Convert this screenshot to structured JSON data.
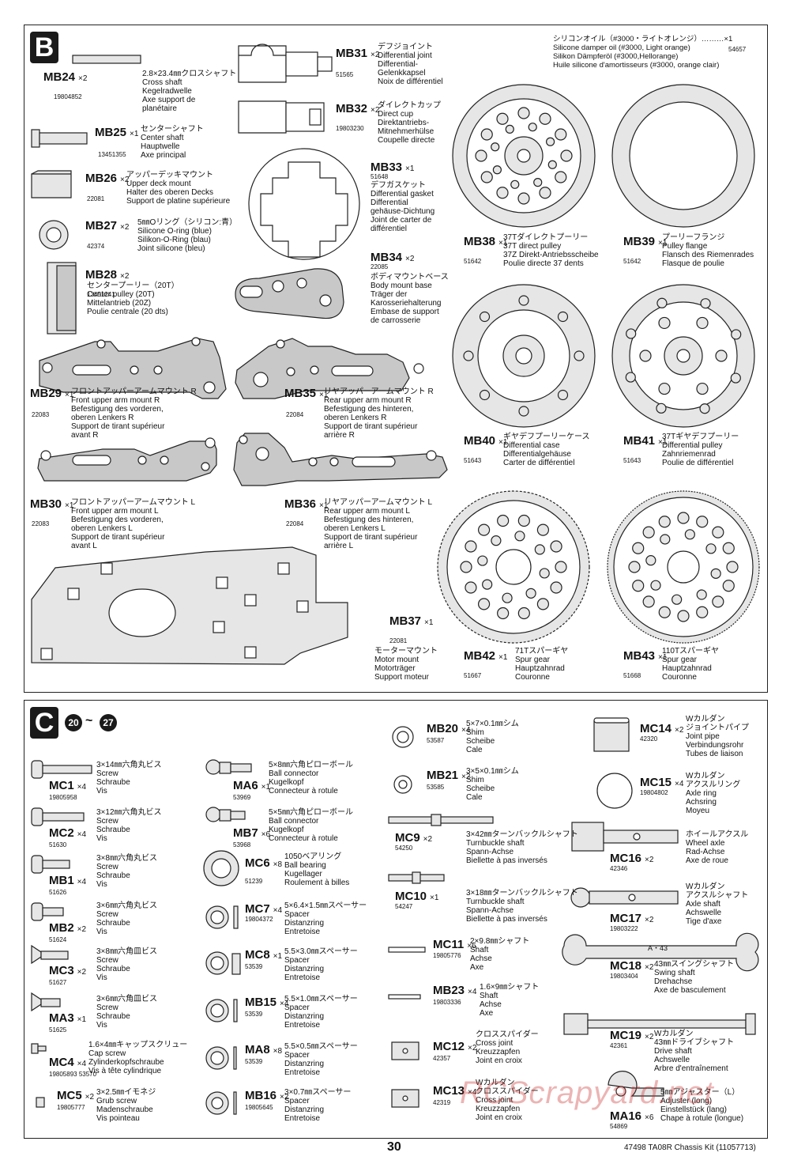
{
  "sectionB": {
    "badge": "B"
  },
  "sectionC": {
    "badge": "C",
    "step_from": "20",
    "tilde": "~",
    "step_to": "27"
  },
  "oil": {
    "lines": [
      "シリコンオイル（#3000・ライトオレンジ）………×1",
      "Silicone damper oil (#3000, Light orange)",
      "Silikon Dämpferöl (#3000,Hellorange)",
      "Huile silicone d'amortisseurs (#3000, orange clair)"
    ],
    "pn": "54657"
  },
  "parts": {
    "MB24": {
      "code": "MB24",
      "qty": "×2",
      "pn": "19804852",
      "lines": [
        "2.8×23.4㎜クロスシャフト",
        "Cross shaft",
        "Kegelradwelle",
        "Axe support de",
        "planétaire"
      ]
    },
    "MB25": {
      "code": "MB25",
      "qty": "×1",
      "pn": "13451355",
      "lines": [
        "センターシャフト",
        "Center shaft",
        "Hauptwelle",
        "Axe principal"
      ]
    },
    "MB26": {
      "code": "MB26",
      "qty": "×2",
      "pn": "22081",
      "lines": [
        "アッパーデッキマウント",
        "Upper deck mount",
        "Halter des oberen Decks",
        "Support de platine supérieure"
      ]
    },
    "MB27": {
      "code": "MB27",
      "qty": "×2",
      "pn": "42374",
      "lines": [
        "5㎜Oリング（シリコン:青）",
        "Silicone O-ring (blue)",
        "Silikon-O-Ring (blau)",
        "Joint silicone (bleu)"
      ]
    },
    "MB28": {
      "code": "MB28",
      "qty": "×2",
      "pn": "13451241",
      "lines": [
        "センタープーリー（20T）",
        "Center pulley (20T)",
        "Mittelantrieb (20Z)",
        "Poulie centrale (20 dts)"
      ]
    },
    "MB29": {
      "code": "MB29",
      "qty": "×1",
      "pn": "22083",
      "lines": [
        "フロントアッパーアームマウント R",
        "Front upper arm mount R",
        "Befestigung des vorderen,",
        "oberen Lenkers R",
        "Support de tirant supérieur",
        "avant R"
      ]
    },
    "MB30": {
      "code": "MB30",
      "qty": "×1",
      "pn": "22083",
      "lines": [
        "フロントアッパーアームマウント L",
        "Front upper arm mount L",
        "Befestigung des vorderen,",
        "oberen Lenkers L",
        "Support de tirant supérieur",
        "avant L"
      ]
    },
    "MB31": {
      "code": "MB31",
      "qty": "×2",
      "pn": "51565",
      "lines": [
        "デフジョイント",
        "Differential joint",
        "Differential-",
        "Gelenkkapsel",
        "Noix de différentiel"
      ]
    },
    "MB32": {
      "code": "MB32",
      "qty": "×2",
      "pn": "19803230",
      "lines": [
        "ダイレクトカップ",
        "Direct cup",
        "Direktantriebs-",
        "Mitnehmerhülse",
        "Coupelle directe"
      ]
    },
    "MB33": {
      "code": "MB33",
      "qty": "×1",
      "pn": "51648",
      "lines": [
        "デフガスケット",
        "Differential gasket",
        "Differential",
        "gehäuse-Dichtung",
        "Joint de carter de",
        "différentiel"
      ]
    },
    "MB34": {
      "code": "MB34",
      "qty": "×2",
      "pn": "22085",
      "lines": [
        "ボディマウントベース",
        "Body mount base",
        "Träger der",
        "Karosseriehalterung",
        "Embase de support",
        "de carrosserie"
      ]
    },
    "MB35": {
      "code": "MB35",
      "qty": "×1",
      "pn": "22084",
      "lines": [
        "リヤアッパーアームマウント R",
        "Rear upper arm mount R",
        "Befestigung des hinteren,",
        "oberen Lenkers R",
        "Support de tirant supérieur",
        "arrière R"
      ]
    },
    "MB36": {
      "code": "MB36",
      "qty": "×1",
      "pn": "22084",
      "lines": [
        "リヤアッパーアームマウント L",
        "Rear upper arm mount L",
        "Befestigung des hinteren,",
        "oberen Lenkers L",
        "Support de tirant supérieur",
        "arrière L"
      ]
    },
    "MB37": {
      "code": "MB37",
      "qty": "×1",
      "pn": "22081",
      "lines": [
        "モーターマウント",
        "Motor mount",
        "Motorträger",
        "Support moteur"
      ]
    },
    "MB38": {
      "code": "MB38",
      "qty": "×1",
      "pn": "51642",
      "lines": [
        "37Tダイレクトプーリー",
        "37T direct pulley",
        "37Z Direkt-Antriebsscheibe",
        "Poulie directe 37 dents"
      ]
    },
    "MB39": {
      "code": "MB39",
      "qty": "×1",
      "pn": "51642",
      "lines": [
        "プーリーフランジ",
        "Pulley flange",
        "Flansch des Riemenrades",
        "Flasque de poulie"
      ]
    },
    "MB40": {
      "code": "MB40",
      "qty": "×1",
      "pn": "51643",
      "lines": [
        "ギヤデフプーリーケース",
        "Differential case",
        "Differentialgehäuse",
        "Carter de différentiel"
      ]
    },
    "MB41": {
      "code": "MB41",
      "qty": "×1",
      "pn": "51643",
      "lines": [
        "37Tギヤデフプーリー",
        "Differential pulley",
        "Zahnriemenrad",
        "Poulie de différentiel"
      ]
    },
    "MB42": {
      "code": "MB42",
      "qty": "×1",
      "pn": "51667",
      "lines": [
        "71Tスパーギヤ",
        "Spur gear",
        "Hauptzahnrad",
        "Couronne"
      ]
    },
    "MB43": {
      "code": "MB43",
      "qty": "×1",
      "pn": "51668",
      "lines": [
        "110Tスパーギヤ",
        "Spur gear",
        "Hauptzahnrad",
        "Couronne"
      ]
    },
    "MC1": {
      "code": "MC1",
      "qty": "×4",
      "pn": "19805958",
      "lines": [
        "3×14㎜六角丸ビス",
        "Screw",
        "Schraube",
        "Vis"
      ]
    },
    "MC2": {
      "code": "MC2",
      "qty": "×4",
      "pn": "51630",
      "lines": [
        "3×12㎜六角丸ビス",
        "Screw",
        "Schraube",
        "Vis"
      ]
    },
    "MB1": {
      "code": "MB1",
      "qty": "×4",
      "pn": "51626",
      "lines": [
        "3×8㎜六角丸ビス",
        "Screw",
        "Schraube",
        "Vis"
      ]
    },
    "MB2": {
      "code": "MB2",
      "qty": "×2",
      "pn": "51624",
      "lines": [
        "3×6㎜六角丸ビス",
        "Screw",
        "Schraube",
        "Vis"
      ]
    },
    "MC3": {
      "code": "MC3",
      "qty": "×2",
      "pn": "51627",
      "lines": [
        "3×8㎜六角皿ビス",
        "Screw",
        "Schraube",
        "Vis"
      ]
    },
    "MA3": {
      "code": "MA3",
      "qty": "×1",
      "pn": "51625",
      "lines": [
        "3×6㎜六角皿ビス",
        "Screw",
        "Schraube",
        "Vis"
      ]
    },
    "MC4": {
      "code": "MC4",
      "qty": "×4",
      "pn": "19805893  53570",
      "lines": [
        "1.6×4㎜キャップスクリュー",
        "Cap screw",
        "Zylinderkopfschraube",
        "Vis à tête cylindrique"
      ]
    },
    "MC5": {
      "code": "MC5",
      "qty": "×2",
      "pn": "19805777",
      "lines": [
        "3×2.5㎜イモネジ",
        "Grub screw",
        "Madenschraube",
        "Vis pointeau"
      ]
    },
    "MA6": {
      "code": "MA6",
      "qty": "×1",
      "pn": "53969",
      "lines": [
        "5×8㎜六角ピローボール",
        "Ball connector",
        "Kugelkopf",
        "Connecteur à rotule"
      ]
    },
    "MB7": {
      "code": "MB7",
      "qty": "×6",
      "pn": "53968",
      "lines": [
        "5×5㎜六角ピローボール",
        "Ball connector",
        "Kugelkopf",
        "Connecteur à rotule"
      ]
    },
    "MC6": {
      "code": "MC6",
      "qty": "×8",
      "pn": "51239",
      "lines": [
        "1050ベアリング",
        "Ball bearing",
        "Kugellager",
        "Roulement à billes"
      ]
    },
    "MC7": {
      "code": "MC7",
      "qty": "×4",
      "pn": "19804372",
      "lines": [
        "5×6.4×1.5㎜スペーサー",
        "Spacer",
        "Distanzring",
        "Entretoise"
      ]
    },
    "MC8": {
      "code": "MC8",
      "qty": "×1",
      "pn": "53539",
      "lines": [
        "5.5×3.0㎜スペーサー",
        "Spacer",
        "Distanzring",
        "Entretoise"
      ]
    },
    "MB15": {
      "code": "MB15",
      "qty": "×4",
      "pn": "53539",
      "lines": [
        "5.5×1.0㎜スペーサー",
        "Spacer",
        "Distanzring",
        "Entretoise"
      ]
    },
    "MA8": {
      "code": "MA8",
      "qty": "×8",
      "pn": "53539",
      "lines": [
        "5.5×0.5㎜スペーサー",
        "Spacer",
        "Distanzring",
        "Entretoise"
      ]
    },
    "MB16": {
      "code": "MB16",
      "qty": "×2",
      "pn": "19805645",
      "lines": [
        "3×0.7㎜スペーサー",
        "Spacer",
        "Distanzring",
        "Entretoise"
      ]
    },
    "MB20": {
      "code": "MB20",
      "qty": "×4",
      "pn": "53587",
      "lines": [
        "5×7×0.1㎜シム",
        "Shim",
        "Scheibe",
        "Cale"
      ]
    },
    "MB21": {
      "code": "MB21",
      "qty": "×2",
      "pn": "53585",
      "lines": [
        "3×5×0.1㎜シム",
        "Shim",
        "Scheibe",
        "Cale"
      ]
    },
    "MC9": {
      "code": "MC9",
      "qty": "×2",
      "pn": "54250",
      "lines": [
        "3×42㎜ターンバックルシャフト",
        "Turnbuckle shaft",
        "Spann-Achse",
        "Biellette à pas inversés"
      ]
    },
    "MC10": {
      "code": "MC10",
      "qty": "×1",
      "pn": "54247",
      "lines": [
        "3×18㎜ターンバックルシャフト",
        "Turnbuckle shaft",
        "Spann-Achse",
        "Biellette à pas inversés"
      ]
    },
    "MC11": {
      "code": "MC11",
      "qty": "×6",
      "pn": "19805776",
      "lines": [
        "2×9.8㎜シャフト",
        "Shaft",
        "Achse",
        "Axe"
      ]
    },
    "MB23": {
      "code": "MB23",
      "qty": "×4",
      "pn": "19803336",
      "lines": [
        "1.6×9㎜シャフト",
        "Shaft",
        "Achse",
        "Axe"
      ]
    },
    "MC12": {
      "code": "MC12",
      "qty": "×2",
      "pn": "42357",
      "lines": [
        "クロススパイダー",
        "Cross joint",
        "Kreuzzapfen",
        "Joint en croix"
      ]
    },
    "MC13": {
      "code": "MC13",
      "qty": "×4",
      "pn": "42319",
      "lines": [
        "Wカルダン",
        "クロススパイダー",
        "Cross joint",
        "Kreuzzapfen",
        "Joint en croix"
      ]
    },
    "MC14": {
      "code": "MC14",
      "qty": "×2",
      "pn": "42320",
      "lines": [
        "Wカルダン",
        "ジョイントパイプ",
        "Joint pipe",
        "Verbindungsrohr",
        "Tubes de liaison"
      ]
    },
    "MC15": {
      "code": "MC15",
      "qty": "×4",
      "pn": "19804802",
      "lines": [
        "Wカルダン",
        "アクスルリング",
        "Axle ring",
        "Achsring",
        "Moyeu"
      ]
    },
    "MC16": {
      "code": "MC16",
      "qty": "×2",
      "pn": "42346",
      "lines": [
        "ホイールアクスル",
        "Wheel axle",
        "Rad-Achse",
        "Axe de roue"
      ]
    },
    "MC17": {
      "code": "MC17",
      "qty": "×2",
      "pn": "19803222",
      "lines": [
        "Wカルダン",
        "アクスルシャフト",
        "Axle shaft",
        "Achswelle",
        "Tige d'axe"
      ]
    },
    "MC18": {
      "code": "MC18",
      "qty": "×2",
      "pn": "19803404",
      "lines": [
        "43㎜スイングシャフト",
        "Swing shaft",
        "Drehachse",
        "Axe de basculement"
      ]
    },
    "MC19": {
      "code": "MC19",
      "qty": "×2",
      "pn": "42361",
      "lines": [
        "Wカルダン",
        "43㎜ドライブシャフト",
        "Drive shaft",
        "Achswelle",
        "Arbre d'entraînement"
      ]
    },
    "MA16": {
      "code": "MA16",
      "qty": "×6",
      "pn": "54869",
      "lines": [
        "5㎜アジャスター（L）",
        "Adjuster (long)",
        "Einstellstück (lang)",
        "Chape à rotule (longue)"
      ]
    }
  },
  "swing_label": "A・43",
  "footer": {
    "page": "30",
    "kit": "47498  TA08R Chassis Kit (11057713)"
  },
  "watermark": "RCScrapyard.net"
}
